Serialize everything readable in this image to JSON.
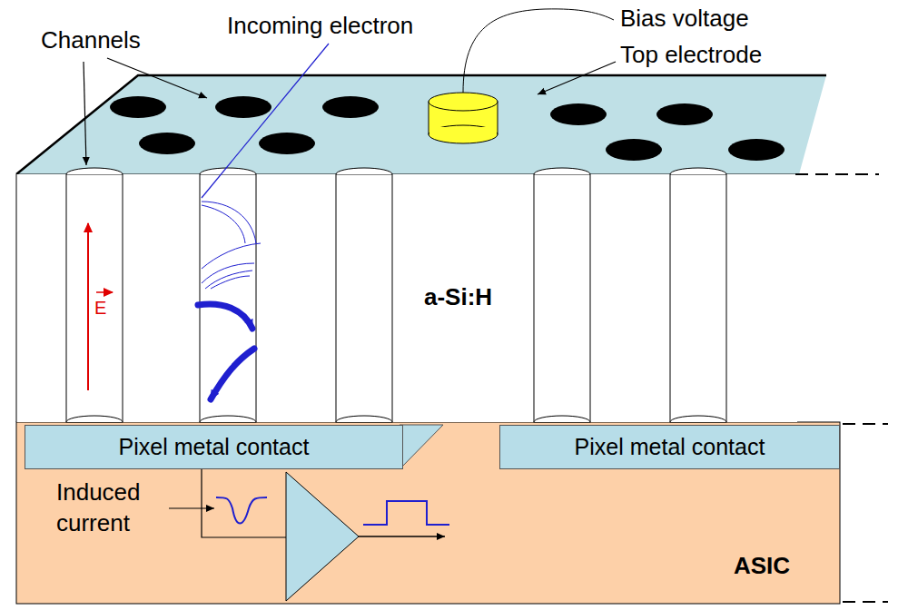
{
  "diagram": {
    "nodes": [
      {
        "text": [
          "a-Si:H"
        ]
      },
      {
        "text": [
          "ASIC"
        ]
      },
      {
        "text": [
          "Pixel metal contact"
        ],
        "in": 1
      },
      {
        "text": [
          "Pixel metal contact"
        ],
        "in": 1
      }
    ],
    "labels": [
      "Channels",
      "Incoming electron",
      "Bias voltage",
      "Top electrode",
      "E",
      "Induced current"
    ]
  }
}
